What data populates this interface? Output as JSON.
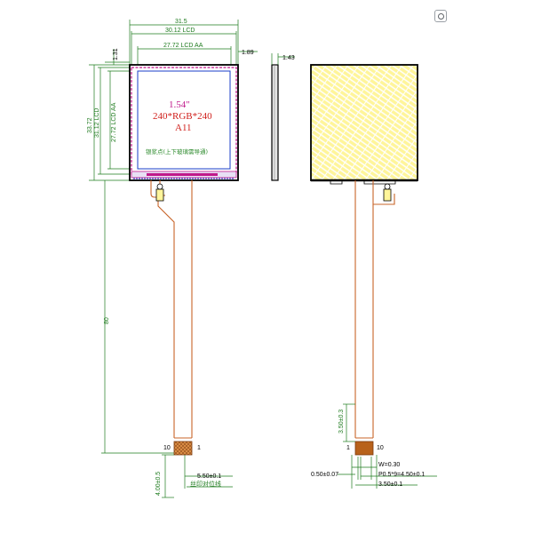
{
  "colors": {
    "dimension": "#1e7b1e",
    "outline": "#000000",
    "lcd_area": "#c0188a",
    "active_area": "#1a3cc8",
    "fpc": "#c86428",
    "backlight": "#fff59a",
    "pad": "#b8621b"
  },
  "front_view": {
    "lcd_size": "1.54\"",
    "resolution": "240*RGB*240",
    "driver": "A11",
    "silver_dot_note": "银浆点(上下玻璃需导通)",
    "dims": {
      "overall_width": "31.5",
      "lcd_width": "30.12 LCD",
      "aa_width": "27.72 LCD AA",
      "top_gap": "1.31",
      "side_gap": "1.89",
      "overall_height": "33.72",
      "lcd_height": "31.12 LCD",
      "aa_height": "27.72 LCD AA",
      "fpc_length": "80",
      "tail_length": "4.00±0.5",
      "tail_width": "5.50±0.1"
    },
    "pin_labels": {
      "left": "10",
      "right": "1"
    },
    "silkscreen_note": "丝印对位线"
  },
  "side_view": {
    "thickness": "1.43"
  },
  "back_view": {
    "dims": {
      "stiffener_length": "3.50±0.3",
      "pin_width": "W=0.30",
      "pitch": "P0.5*9=4.50±0.1",
      "tail_width": "3.50±0.1",
      "offset": "0.50±0.07"
    },
    "pin_labels": {
      "left": "1",
      "right": "10"
    }
  },
  "icons": {
    "corner": "lens-icon"
  }
}
